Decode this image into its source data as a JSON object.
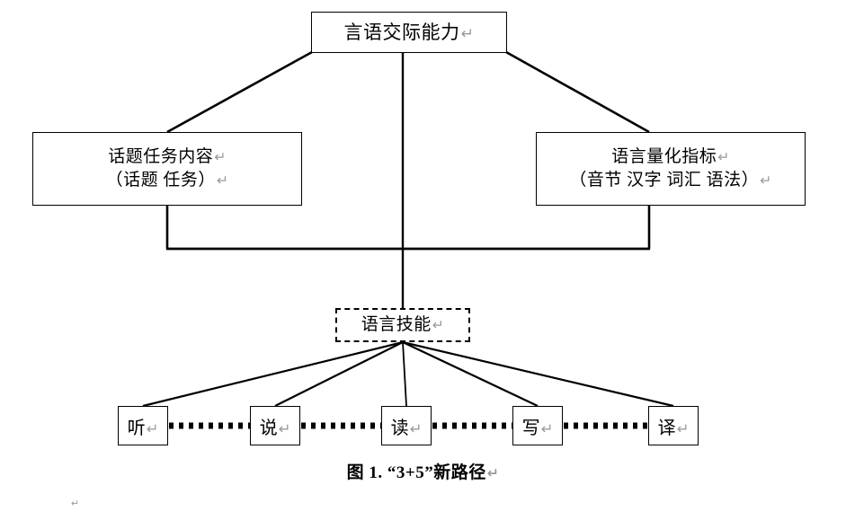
{
  "figure": {
    "caption": "图 1. “3+5”新路径↵",
    "trailing_mark": "↵",
    "line_color": "#000000",
    "background_color": "#ffffff"
  },
  "nodes": {
    "top": {
      "label": "言语交际能力↵",
      "name": "言语交际能力",
      "border_style": "solid"
    },
    "left": {
      "line1": "话题任务内容↵",
      "line2": "（话题 任务）↵",
      "name": "话题任务内容",
      "border_style": "solid"
    },
    "right": {
      "line1": "语言量化指标↵",
      "line2": "（音节 汉字 词汇 语法）↵",
      "name": "语言量化指标",
      "border_style": "solid"
    },
    "skill": {
      "label": "语言技能↵",
      "name": "语言技能",
      "border_style": "dashed"
    }
  },
  "leaves": [
    {
      "label": "听↵",
      "name": "听"
    },
    {
      "label": "说↵",
      "name": "说"
    },
    {
      "label": "读↵",
      "name": "读"
    },
    {
      "label": "写↵",
      "name": "写"
    },
    {
      "label": "译↵",
      "name": "译"
    }
  ],
  "connectors": {
    "dotted_style": "square-dotted",
    "dotted_count": 4,
    "fan_count": 5
  }
}
